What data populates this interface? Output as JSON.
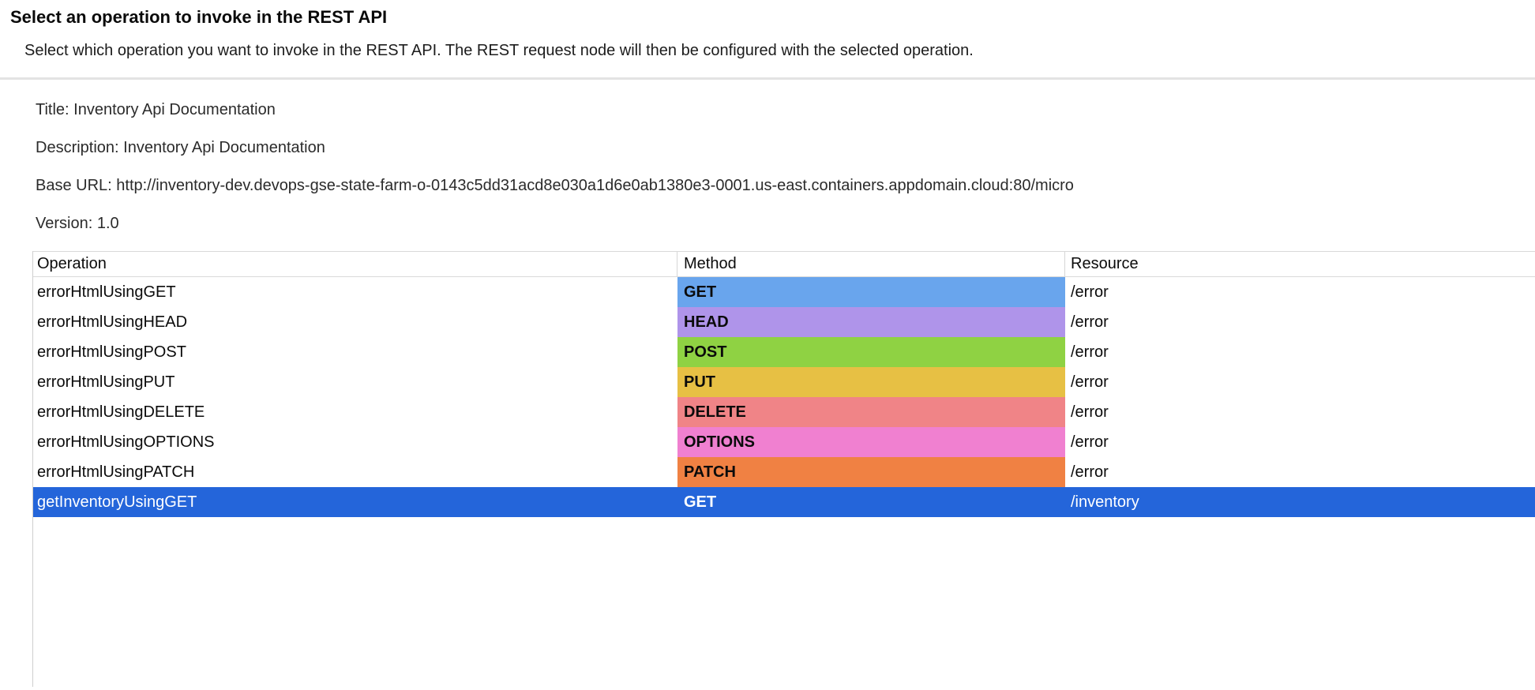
{
  "dialog": {
    "title": "Select an operation to invoke in the REST API",
    "subtitle": "Select which operation you want to invoke in the REST API. The REST request node will then be configured with the selected operation."
  },
  "api_info": {
    "title": {
      "label": "Title:",
      "value": "Inventory Api Documentation"
    },
    "description": {
      "label": "Description:",
      "value": "Inventory Api Documentation"
    },
    "base_url": {
      "label": "Base URL:",
      "value": "http://inventory-dev.devops-gse-state-farm-o-0143c5dd31acd8e030a1d6e0ab1380e3-0001.us-east.containers.appdomain.cloud:80/micro"
    },
    "version": {
      "label": "Version:",
      "value": "1.0"
    }
  },
  "table": {
    "columns": {
      "operation": "Operation",
      "method": "Method",
      "resource": "Resource"
    },
    "selected_row_bg": "#2465da",
    "selected_text_color": "#ffffff",
    "rows": [
      {
        "operation": "errorHtmlUsingGET",
        "method": "GET",
        "resource": "/error",
        "method_color": "#69a5ed",
        "selected": false
      },
      {
        "operation": "errorHtmlUsingHEAD",
        "method": "HEAD",
        "resource": "/error",
        "method_color": "#af94ea",
        "selected": false
      },
      {
        "operation": "errorHtmlUsingPOST",
        "method": "POST",
        "resource": "/error",
        "method_color": "#8fd243",
        "selected": false
      },
      {
        "operation": "errorHtmlUsingPUT",
        "method": "PUT",
        "resource": "/error",
        "method_color": "#e7c044",
        "selected": false
      },
      {
        "operation": "errorHtmlUsingDELETE",
        "method": "DELETE",
        "resource": "/error",
        "method_color": "#f08487",
        "selected": false
      },
      {
        "operation": "errorHtmlUsingOPTIONS",
        "method": "OPTIONS",
        "resource": "/error",
        "method_color": "#f080d0",
        "selected": false
      },
      {
        "operation": "errorHtmlUsingPATCH",
        "method": "PATCH",
        "resource": "/error",
        "method_color": "#f08143",
        "selected": false
      },
      {
        "operation": "getInventoryUsingGET",
        "method": "GET",
        "resource": "/inventory",
        "method_color": "",
        "selected": true
      }
    ]
  }
}
